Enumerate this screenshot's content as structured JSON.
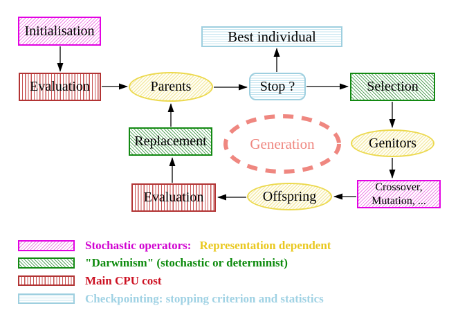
{
  "diagram": {
    "nodes": {
      "initialisation": {
        "label": "Initialisation"
      },
      "evaluation_top": {
        "label": "Evaluation"
      },
      "parents": {
        "label": "Parents"
      },
      "best_individual": {
        "label": "Best individual"
      },
      "stop": {
        "label": "Stop ?"
      },
      "selection": {
        "label": "Selection"
      },
      "replacement": {
        "label": "Replacement"
      },
      "generation": {
        "label": "Generation",
        "color": "#ef8780"
      },
      "genitors": {
        "label": "Genitors"
      },
      "evaluation_bottom": {
        "label": "Evaluation"
      },
      "offspring": {
        "label": "Offspring"
      },
      "crossover_mutation": {
        "line1": "Crossover,",
        "line2": "Mutation, ..."
      }
    },
    "colors": {
      "magenta_border": "#e202e2",
      "magenta_hatch": "#ee85e6",
      "green_border": "#128912",
      "green_hatch": "#5aa45f",
      "red_border": "#b23434",
      "red_stripe": "#c75353",
      "cyan_border": "#9ecfdf",
      "cyan_stripe": "#c4e4ef",
      "yellow_border": "#ecd94e",
      "yellow_hatch": "#f3e9a4",
      "salmon": "#ef8780",
      "arrow": "#000000"
    }
  },
  "legend": {
    "items": [
      {
        "swatch": "magenta-hatch",
        "label": "Stochastic operators:",
        "label_color": "#d002d0",
        "suffix": "Representation dependent",
        "suffix_color": "#e9c81f"
      },
      {
        "swatch": "green-hatch",
        "label": "\"Darwinism\" (stochastic or determinist)",
        "label_color": "#0c8a0c"
      },
      {
        "swatch": "red-stripes",
        "label": "Main CPU cost",
        "label_color": "#cc1122"
      },
      {
        "swatch": "cyan-stripes",
        "label": "Checkpointing: stopping criterion and statistics",
        "label_color": "#a0d2e4"
      }
    ]
  }
}
